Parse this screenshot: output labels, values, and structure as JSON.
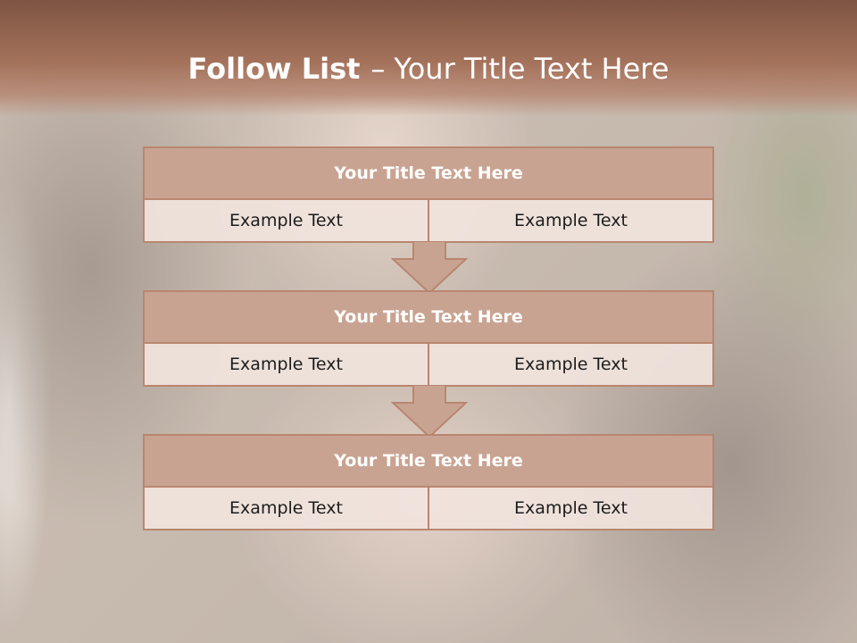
{
  "slide": {
    "title_bold": "Follow List",
    "title_separator": "–",
    "title_rest": "Your Title Text Here"
  },
  "steps": [
    {
      "heading": "Your Title Text Here",
      "left": "Example Text",
      "right": "Example Text"
    },
    {
      "heading": "Your Title Text Here",
      "left": "Example Text",
      "right": "Example Text"
    },
    {
      "heading": "Your Title Text Here",
      "left": "Example Text",
      "right": "Example Text"
    }
  ],
  "colors": {
    "band": "#a5735c",
    "box_header": "#c9a392",
    "box_border": "#b98670",
    "arrow_fill": "#c9a392"
  }
}
